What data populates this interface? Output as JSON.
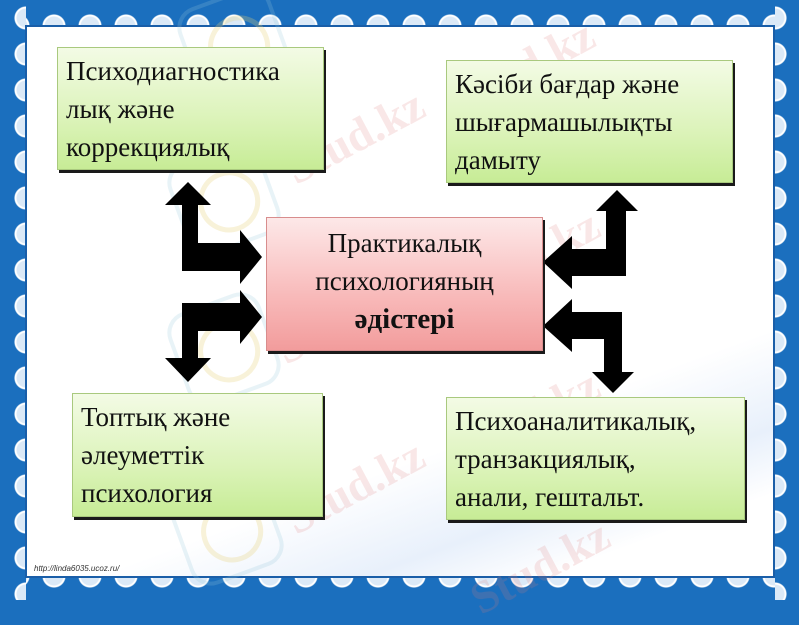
{
  "slide": {
    "title": "Практикалық психологияның әдістері",
    "center": {
      "lines": [
        "Практикалық",
        "психологияның",
        "әдістері"
      ],
      "bold_line_index": 2,
      "color_top": "#fde8e8",
      "color_bottom": "#f29c9c"
    },
    "boxes": {
      "top_left": {
        "lines": [
          "Психодиагностика",
          "лық және",
          "коррекциялық"
        ]
      },
      "top_right": {
        "lines": [
          "Кәсіби бағдар және",
          "шығармашылықты",
          "дамыту"
        ]
      },
      "bottom_left": {
        "lines": [
          "Топтық және",
          "әлеуметтік",
          "психология"
        ]
      },
      "bottom_right": {
        "lines": [
          "Психоаналитикалық,",
          "транзакциялық,",
          "анали, гештальт."
        ]
      },
      "color_top": "#f3fbe5",
      "color_bottom": "#c7ec96"
    },
    "connectors": [
      {
        "from": "center",
        "to": "top_left",
        "icon": "bent-double-arrow-icon"
      },
      {
        "from": "center",
        "to": "bottom_left",
        "icon": "bent-double-arrow-icon"
      },
      {
        "from": "center",
        "to": "top_right",
        "icon": "bent-double-arrow-icon"
      },
      {
        "from": "center",
        "to": "bottom_right",
        "icon": "bent-double-arrow-icon"
      }
    ],
    "watermark_text": "Stud.kz",
    "footer_url": "http://linda6035.ucoz.ru/",
    "frame_color": "#1b6fbe"
  }
}
